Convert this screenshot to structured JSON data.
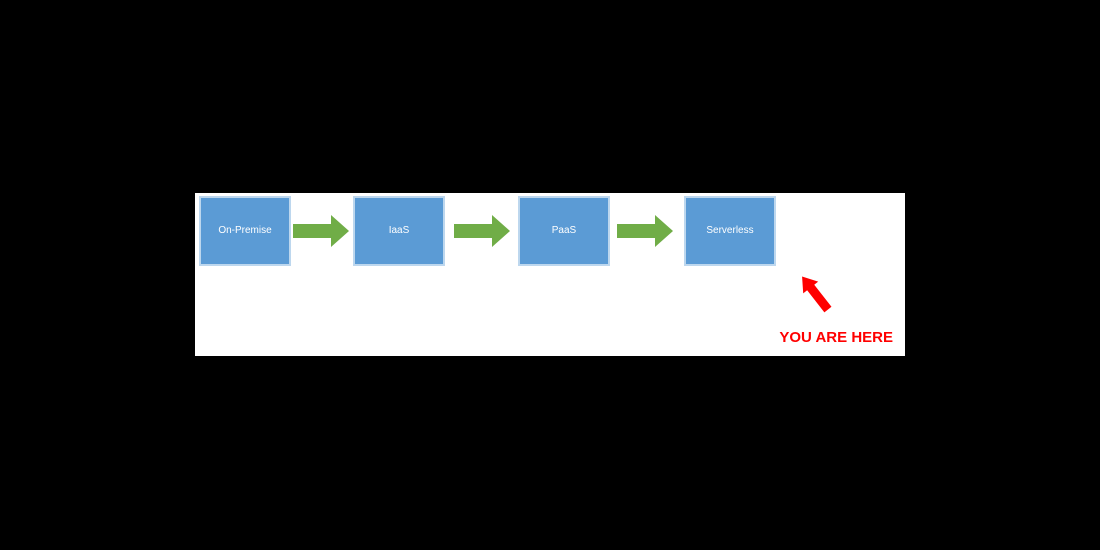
{
  "diagram": {
    "title_hidden": "",
    "stages": [
      {
        "label": "On-Premise"
      },
      {
        "label": "IaaS"
      },
      {
        "label": "PaaS"
      },
      {
        "label": "Serverless"
      }
    ],
    "flow_arrow_count": 3,
    "annotation": {
      "label": "YOU ARE HERE"
    },
    "colors": {
      "background": "#000000",
      "panel": "#FFFFFF",
      "stage_fill": "#5B9BD5",
      "stage_border": "#BDD7EE",
      "stage_text": "#FFFFFF",
      "flow_arrow": "#70AD47",
      "annotation_red": "#FF0000"
    }
  }
}
